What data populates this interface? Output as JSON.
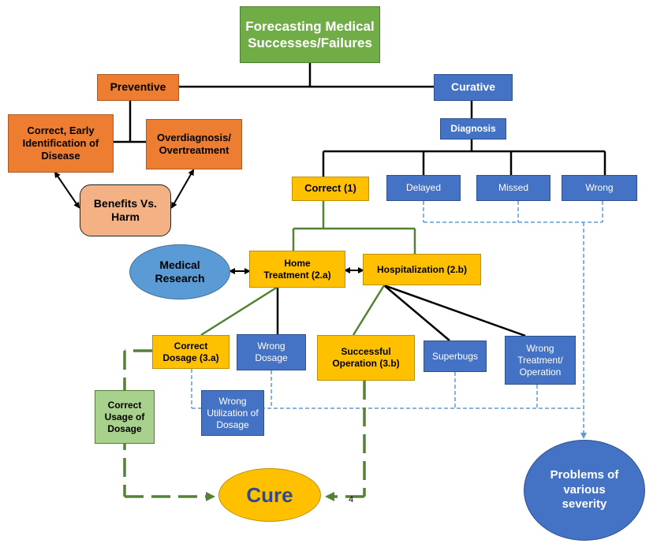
{
  "diagram": {
    "root": "Forecasting Medical Successes/Failures",
    "preventive": "Preventive",
    "curative": "Curative",
    "early_identification": "Correct, Early Identification of Disease",
    "overdiagnosis": "Overdiagnosis/ Overtreatment",
    "benefits": "Benefits Vs. Harm",
    "diagnosis": "Diagnosis",
    "correct": "Correct (1)",
    "delayed": "Delayed",
    "missed": "Missed",
    "wrong": "Wrong",
    "medical_research": "Medical Research",
    "home_treatment": "Home Treatment (2.a)",
    "hospitalization": "Hospitalization (2.b)",
    "correct_dosage": "Correct Dosage (3.a)",
    "wrong_dosage": "Wrong Dosage",
    "successful_operation": "Successful Operation (3.b)",
    "superbugs": "Superbugs",
    "wrong_treatment": "Wrong Treatment/ Operation",
    "wrong_utilization": "Wrong Utilization of Dosage",
    "correct_usage": "Correct Usage of Dosage",
    "cure": "Cure",
    "problems": "Problems of various severity",
    "page_number": "4"
  },
  "colors": {
    "green": "#70ad47",
    "orange": "#ed7d31",
    "blue": "#4472c4",
    "yellow": "#ffc000",
    "peach": "#f4b183",
    "light_green": "#a9d18e",
    "dashed_blue": "#5b9bd5",
    "dashed_green": "#548235"
  }
}
